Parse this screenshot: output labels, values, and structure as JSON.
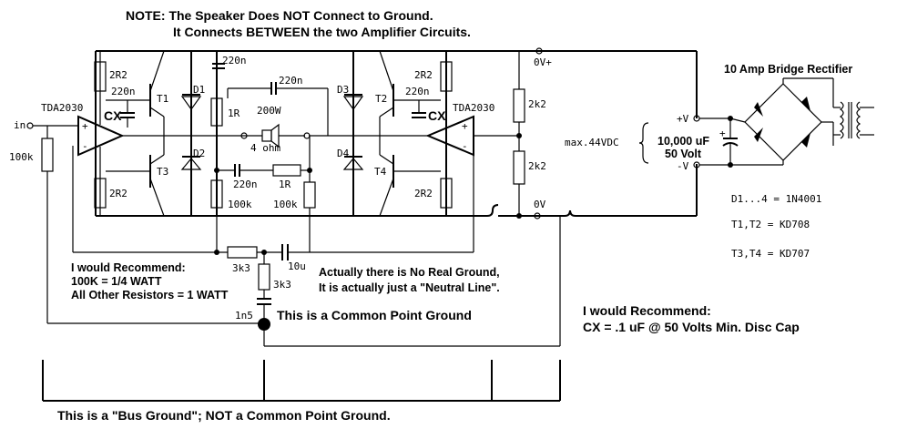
{
  "notes": {
    "line1": "NOTE: The Speaker Does NOT Connect to Ground.",
    "line2": "It Connects BETWEEN the two Amplifier Circuits."
  },
  "left_amp": {
    "ic": "TDA2030",
    "input": "in",
    "r_in": "100k",
    "r_top": "2R2",
    "r_bottom": "2R2",
    "c_bypass": "220n",
    "cx": "CX",
    "t_top": "T1",
    "t_bottom": "T3",
    "d_top": "D1",
    "d_bottom": "D2"
  },
  "right_amp": {
    "ic": "TDA2030",
    "r_top": "2R2",
    "r_bottom": "2R2",
    "c_bypass": "220n",
    "cx": "CX",
    "t_top": "T2",
    "t_bottom": "T4",
    "d_top": "D3",
    "d_bottom": "D4"
  },
  "center": {
    "c_top": "220n",
    "c_top2": "220n",
    "r_zobel": "1R",
    "speaker_power": "200W",
    "speaker_imp": "4 ohm",
    "c_mid": "220n",
    "r_mid": "1R",
    "r_left": "100k",
    "r_right": "100k"
  },
  "feedback": {
    "r_series": "3k3",
    "r_shunt": "3k3",
    "c_series": "10u",
    "c_ground": "1n5"
  },
  "rails": {
    "v_plus": "0V+",
    "v_zero": "0V",
    "r_div_top": "2k2",
    "r_div_bottom": "2k2",
    "max_voltage": "max.44VDC",
    "supply_plus": "+V",
    "supply_minus": "-V",
    "cap_value": "10,000 uF",
    "cap_voltage": "50 Volt",
    "cap_plus": "+"
  },
  "rectifier": {
    "title": "10 Amp Bridge Rectifier"
  },
  "parts": {
    "diodes": "D1...4 = 1N4001",
    "t12": "T1,T2 = KD708",
    "t34": "T3,T4 = KD707"
  },
  "recommend_left": {
    "title": "I would Recommend:",
    "line1": "100K = 1/4 WATT",
    "line2": "All Other Resistors = 1 WATT"
  },
  "ground_note": {
    "line1": "Actually there is No Real Ground,",
    "line2": "It is actually just a \"Neutral Line\"."
  },
  "common_point": "This is a Common Point Ground",
  "recommend_right": {
    "title": "I would Recommend:",
    "line1": "CX = .1 uF @ 50 Volts Min.  Disc Cap"
  },
  "bus_ground": "This is a \"Bus Ground\";  NOT a Common Point Ground."
}
